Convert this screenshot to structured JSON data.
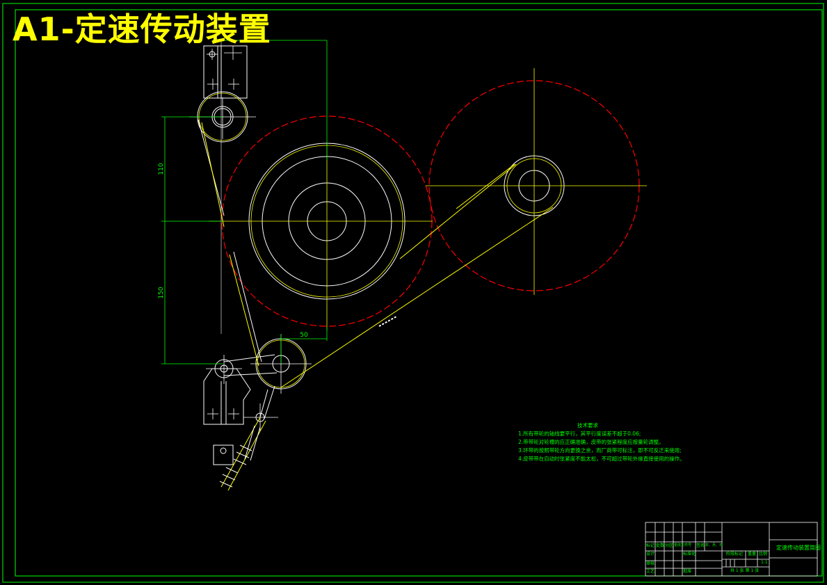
{
  "drawing": {
    "title": "A1-定速传动装置",
    "dimensions": {
      "upper_vertical": "110",
      "lower_vertical": "150",
      "horizontal": "50"
    },
    "technical_requirements": {
      "heading": "技术要求",
      "items": [
        "1.所有带轮的轴线要平行，其平行度误差不超于0.06;",
        "2.带带轮对轮槽的应正确准确，皮带的张紧程度应按量轮调整。",
        "3.环带的按照带轮方向更换之余，而厂商带可标注，即不可反迁来使用;",
        "4.皮带带在自动时张紧度不能太松，不可超过带轮外缘直接使用的操作。"
      ]
    },
    "title_block": {
      "drawing_name": "定速传动装置简图",
      "revision_headers": [
        "标记",
        "处数",
        "分区",
        "更改文件号",
        "签名",
        "年、月、日"
      ],
      "roles": [
        "设计",
        "标准化"
      ],
      "roles2": [
        "审核",
        "工艺",
        "批准"
      ],
      "stage_headers": [
        "阶段标记",
        "重量",
        "比例"
      ],
      "scale": "1:1",
      "sheet": "共 1 张 第 1 张"
    },
    "colors": {
      "background": "#000000",
      "border": "#00ff00",
      "outline": "#ffffff",
      "belt": "#ffff00",
      "pulley_red": "#ff0000",
      "dimension": "#00ff00",
      "title": "#ffff00"
    }
  }
}
